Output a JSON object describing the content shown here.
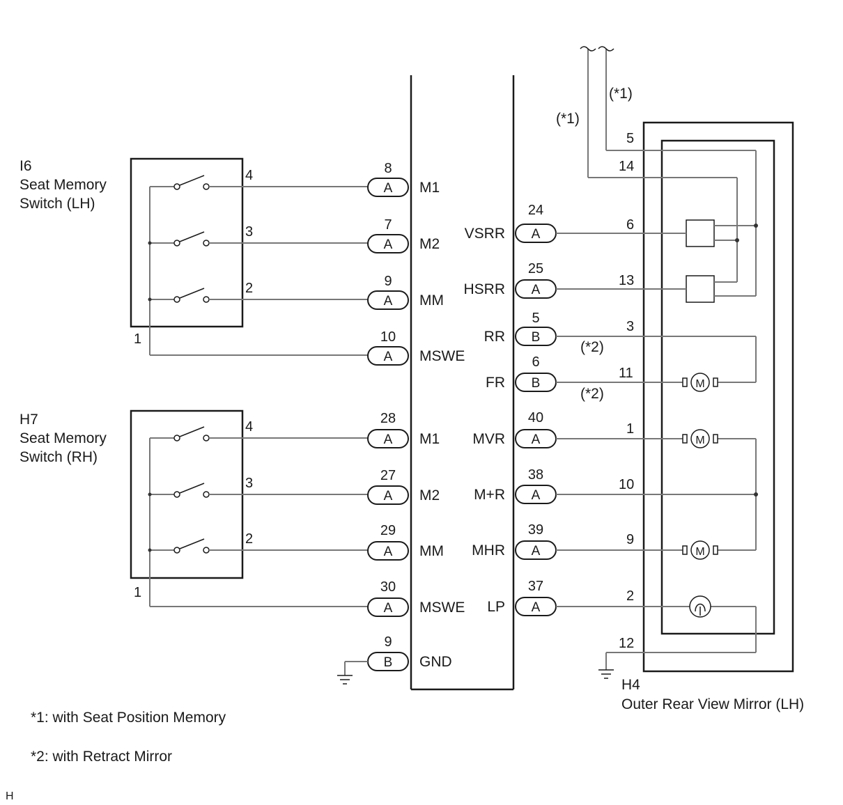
{
  "components": {
    "i6": {
      "code": "I6",
      "name_line1": "Seat Memory",
      "name_line2": "Switch (LH)",
      "pins": {
        "p4": "4",
        "p3": "3",
        "p2": "2",
        "p1": "1"
      }
    },
    "h7": {
      "code": "H7",
      "name_line1": "Seat Memory",
      "name_line2": "Switch (RH)",
      "pins": {
        "p4": "4",
        "p3": "3",
        "p2": "2",
        "p1": "1"
      }
    },
    "h4": {
      "code": "H4",
      "name": "Outer Rear View Mirror (LH)"
    }
  },
  "ecu_left": [
    {
      "num": "8",
      "conn": "A",
      "sig": "M1"
    },
    {
      "num": "7",
      "conn": "A",
      "sig": "M2"
    },
    {
      "num": "9",
      "conn": "A",
      "sig": "MM"
    },
    {
      "num": "10",
      "conn": "A",
      "sig": "MSWE"
    },
    {
      "num": "28",
      "conn": "A",
      "sig": "M1"
    },
    {
      "num": "27",
      "conn": "A",
      "sig": "M2"
    },
    {
      "num": "29",
      "conn": "A",
      "sig": "MM"
    },
    {
      "num": "30",
      "conn": "A",
      "sig": "MSWE"
    },
    {
      "num": "9",
      "conn": "B",
      "sig": "GND"
    }
  ],
  "ecu_right": [
    {
      "num": "24",
      "conn": "A",
      "sig": "VSRR",
      "mirror_pin": "6"
    },
    {
      "num": "25",
      "conn": "A",
      "sig": "HSRR",
      "mirror_pin": "13"
    },
    {
      "num": "5",
      "conn": "B",
      "sig": "RR",
      "mirror_pin": "3"
    },
    {
      "num": "6",
      "conn": "B",
      "sig": "FR",
      "mirror_pin": "11"
    },
    {
      "num": "40",
      "conn": "A",
      "sig": "MVR",
      "mirror_pin": "1"
    },
    {
      "num": "38",
      "conn": "A",
      "sig": "M+R",
      "mirror_pin": "10"
    },
    {
      "num": "39",
      "conn": "A",
      "sig": "MHR",
      "mirror_pin": "9"
    },
    {
      "num": "37",
      "conn": "A",
      "sig": "LP",
      "mirror_pin": "2"
    }
  ],
  "mirror_extra_pins": {
    "p5": "5",
    "p14": "14",
    "p12": "12"
  },
  "motor_symbol": "M",
  "annotations": {
    "star1_left": "(*1)",
    "star1_right": "(*1)",
    "star2_rr": "(*2)",
    "star2_fr": "(*2)"
  },
  "footnotes": {
    "note1": "*1: with Seat Position Memory",
    "note2": "*2: with Retract Mirror"
  },
  "corner_mark": "H"
}
